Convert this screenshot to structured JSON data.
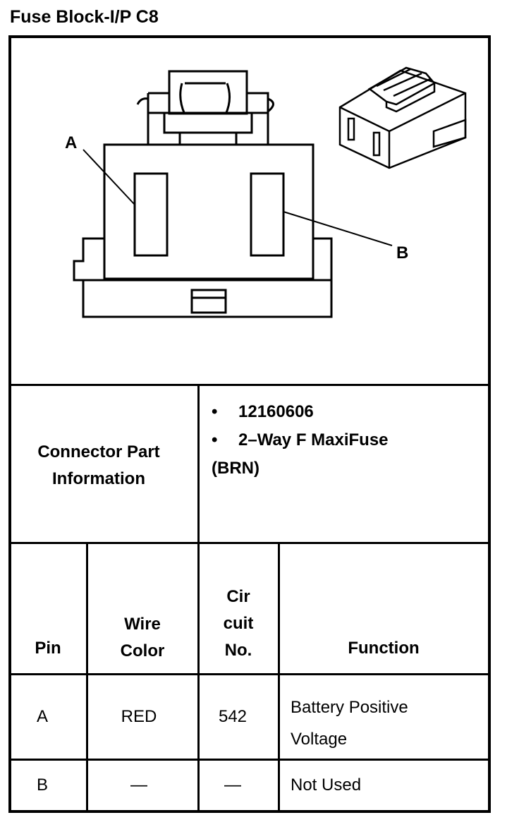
{
  "title": "Fuse Block-I/P C8",
  "diagram": {
    "label_a": "A",
    "label_b": "B"
  },
  "connector_info": {
    "heading": "Connector Part Information",
    "items": [
      "12160606",
      "2–Way F MaxiFuse"
    ],
    "extra": "(BRN)"
  },
  "table": {
    "headers": {
      "pin": "Pin",
      "wire_color_line1": "Wire",
      "wire_color_line2": "Color",
      "circuit_line1": "Cir",
      "circuit_line2": "cuit",
      "circuit_line3": "No.",
      "function": "Function"
    },
    "rows": [
      {
        "pin": "A",
        "wire_color": "RED",
        "circuit": "542",
        "function_line1": "Battery Positive",
        "function_line2": "Voltage"
      },
      {
        "pin": "B",
        "wire_color": "—",
        "circuit": "—",
        "function_line1": "Not Used",
        "function_line2": ""
      }
    ]
  }
}
